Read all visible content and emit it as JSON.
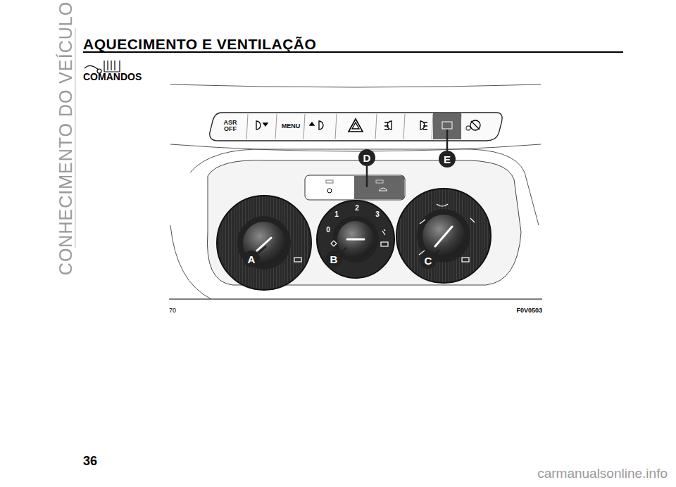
{
  "diagram": {
    "title": "AQUECIMENTO E VENTILAÇÃO",
    "nodes": [
      {
        "text": [
          "ASR OFF"
        ]
      },
      {
        "text": [
          "MENU"
        ]
      }
    ],
    "labels": [
      "CONHECIMENTO DO VEÍCULO",
      "COMANDOS",
      "0",
      "1",
      "2",
      "3",
      "A",
      "B",
      "C",
      "D",
      "E",
      "70",
      "F0V0503",
      "36",
      "carmanualsonline.info"
    ]
  }
}
